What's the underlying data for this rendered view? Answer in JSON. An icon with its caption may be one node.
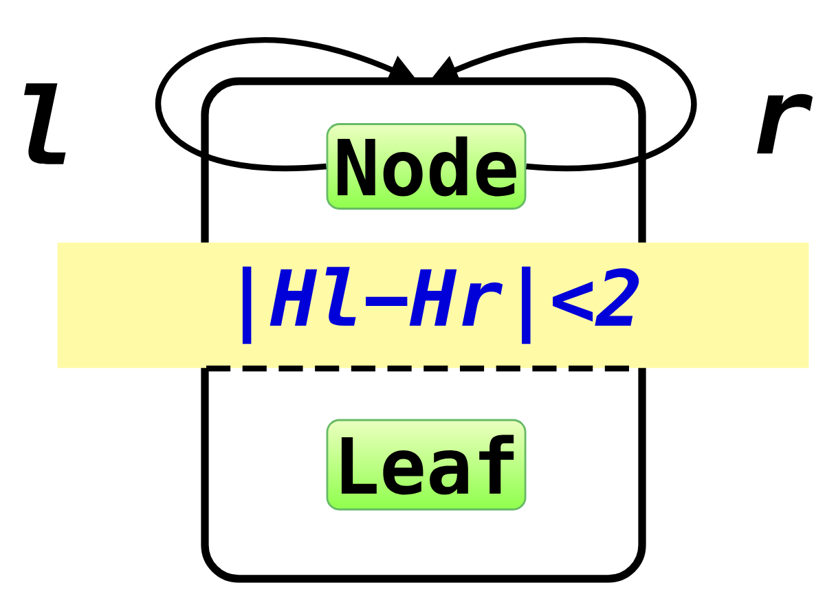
{
  "diagram": {
    "nodes": [
      {
        "text": [],
        "shape": "box"
      },
      {
        "text": [
          "Node"
        ],
        "in": 0
      },
      {
        "text": [
          "Leaf"
        ],
        "in": 0
      },
      {
        "text": [
          "|*Hl*−*Hr*|<2"
        ]
      }
    ],
    "edges": [
      {
        "from": 1,
        "to": 0,
        "arrow": "to",
        "label": "l"
      },
      {
        "from": 1,
        "to": 0,
        "arrow": "to",
        "label": "r"
      }
    ]
  }
}
